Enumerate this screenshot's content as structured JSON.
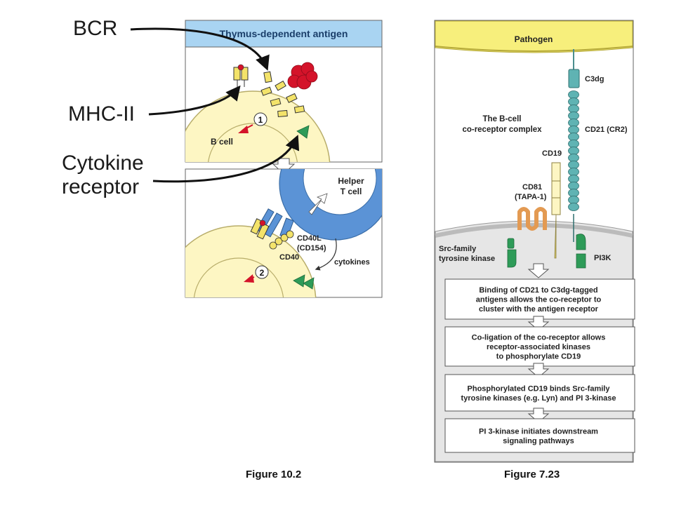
{
  "callouts": {
    "bcr": "BCR",
    "mhc": "MHC-II",
    "cytokine_line1": "Cytokine",
    "cytokine_line2": "receptor"
  },
  "fig10": {
    "header": "Thymus-dependent antigen",
    "b_cell_label": "B cell",
    "step1": "1",
    "step2": "2",
    "helper_line1": "Helper",
    "helper_line2": "T cell",
    "cd40l": "CD40L",
    "cd154": "(CD154)",
    "cd40": "CD40",
    "cytokines": "cytokines",
    "caption": "Figure 10.2"
  },
  "fig7": {
    "pathogen": "Pathogen",
    "c3dg": "C3dg",
    "coreceptor_line1": "The B-cell",
    "coreceptor_line2": "co-receptor complex",
    "cd21": "CD21 (CR2)",
    "cd19": "CD19",
    "cd81_line1": "CD81",
    "cd81_line2": "(TAPA-1)",
    "src_line1": "Src-family",
    "src_line2": "tyrosine kinase",
    "pi3k": "PI3K",
    "boxes": [
      [
        "Binding of CD21 to C3dg-tagged",
        "antigens allows the co-receptor to",
        "cluster with the antigen receptor"
      ],
      [
        "Co-ligation of the co-receptor allows",
        "receptor-associated kinases",
        "to phosphorylate CD19"
      ],
      [
        "Phosphorylated CD19 binds Src-family",
        "tyrosine kinases (e.g. Lyn) and PI 3-kinase"
      ],
      [
        "PI 3-kinase initiates downstream",
        "signaling pathways"
      ]
    ],
    "caption": "Figure 7.23"
  },
  "colors": {
    "header_blue": "#a9d4f2",
    "cell_yellow": "#fdf6c3",
    "helper_blue": "#5b93d6",
    "receptor_yellow": "#f3e36a",
    "red_antigen": "#d4132a",
    "green": "#2e9b58",
    "teal": "#5fb3b3",
    "orange": "#e39a52",
    "gray_membrane": "#c8c8c8"
  }
}
